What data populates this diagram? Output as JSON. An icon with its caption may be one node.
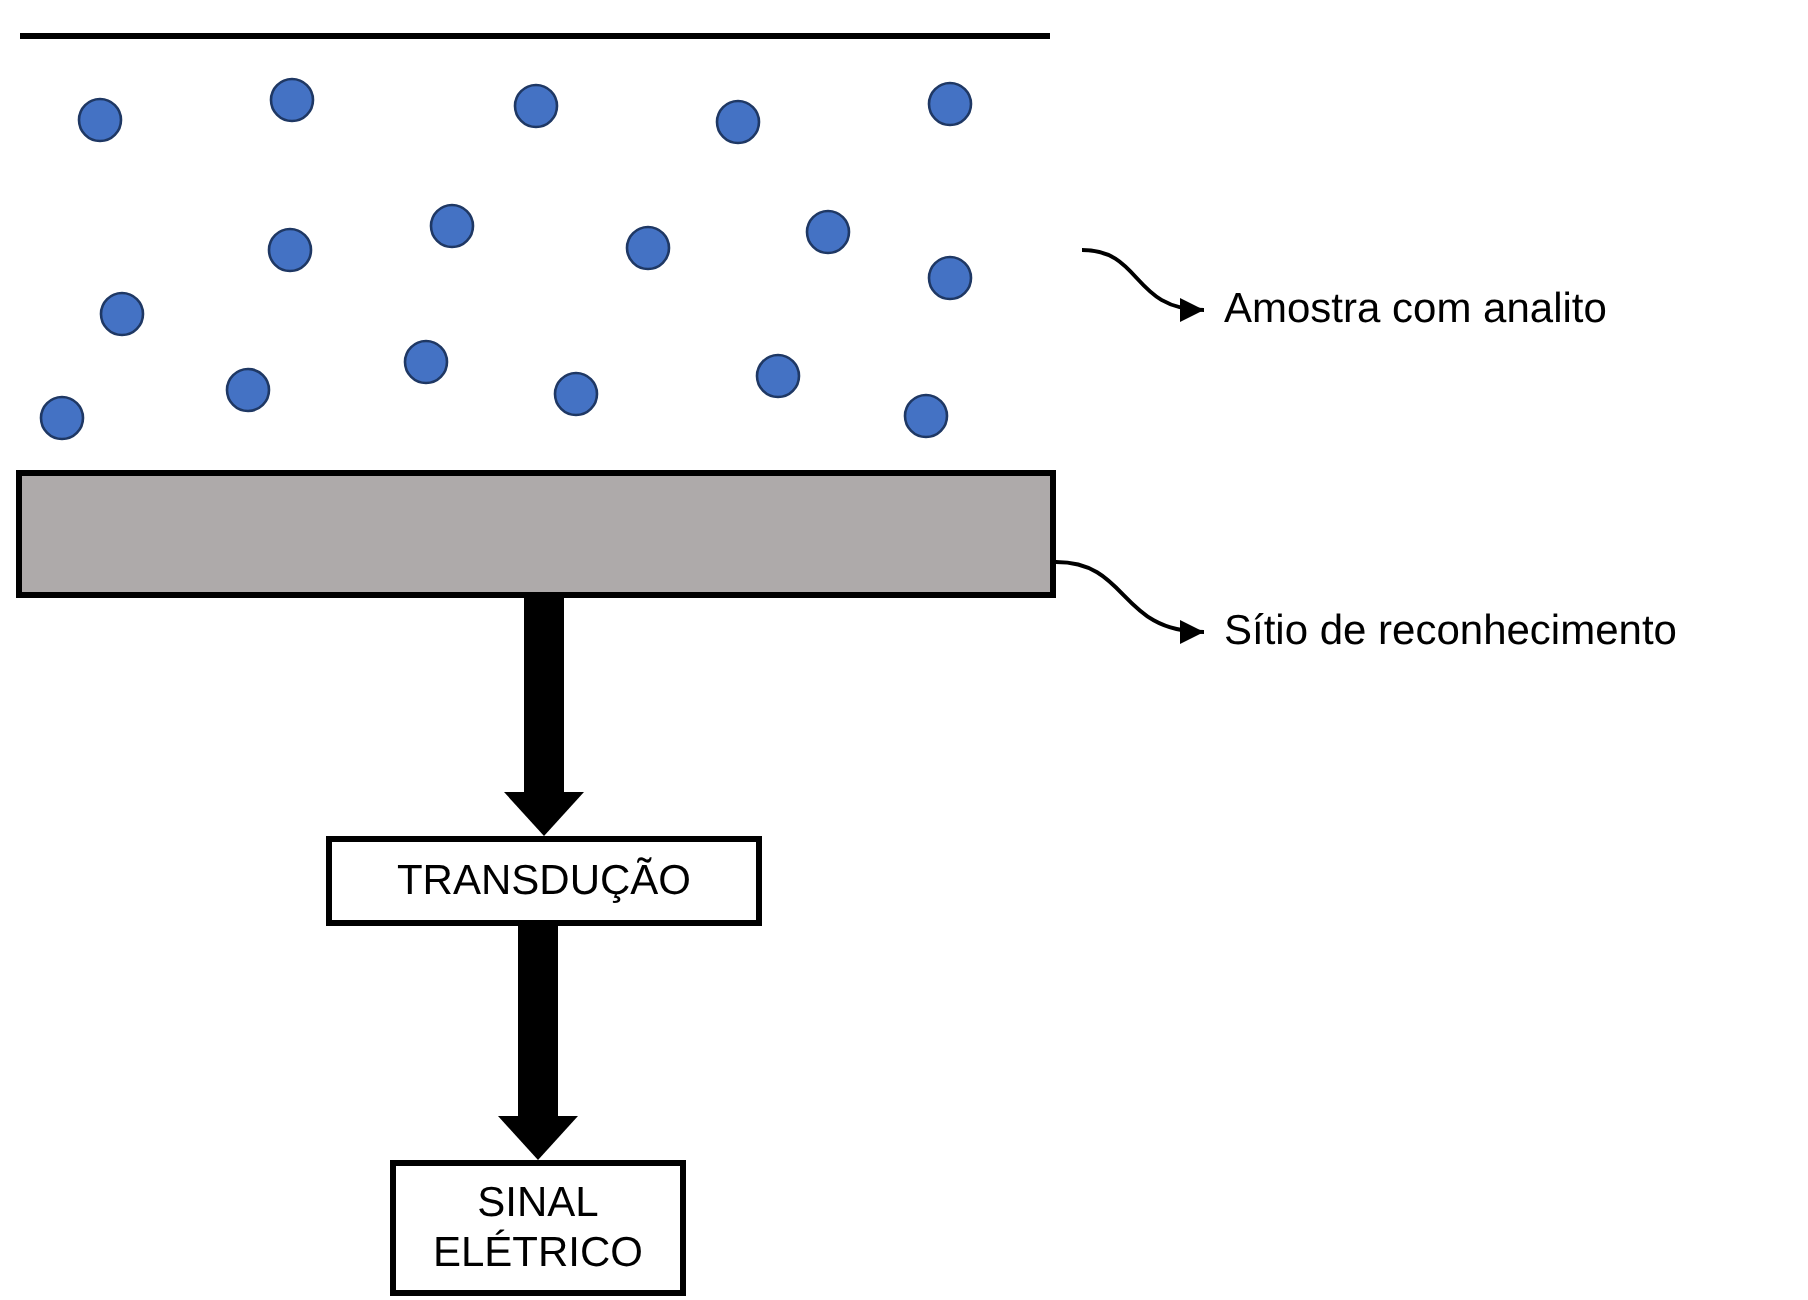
{
  "diagram": {
    "nodes": [
      {
        "text": [],
        "shape": "picture"
      },
      {
        "text": [
          "Amostra com analito"
        ]
      },
      {
        "text": [],
        "shape": "bar"
      },
      {
        "text": [
          "Sítio de reconhecimento"
        ]
      },
      {
        "text": [
          "TRANSDUÇÃO"
        ]
      },
      {
        "text": [
          "SINAL ELÉTRICO"
        ]
      }
    ],
    "edges": [
      {
        "from": 0,
        "to": 1,
        "arrow": "to"
      },
      {
        "from": 2,
        "to": 3,
        "arrow": "to"
      },
      {
        "from": 2,
        "to": 4,
        "arrow": "to",
        "style": "thick"
      },
      {
        "from": 4,
        "to": 5,
        "arrow": "to",
        "style": "thick"
      }
    ]
  }
}
